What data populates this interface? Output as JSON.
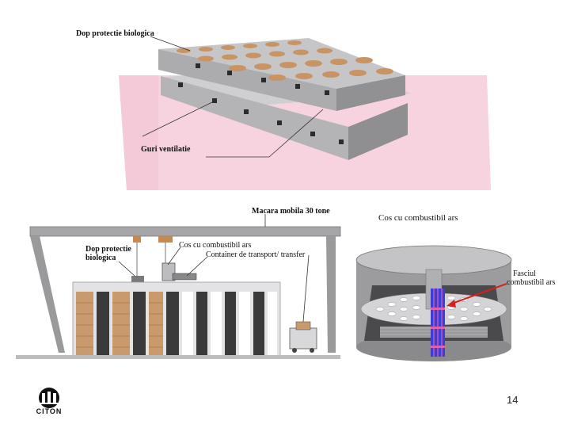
{
  "top_figure": {
    "label_plug": "Dop protectie biologica",
    "label_vents": "Guri ventilatie"
  },
  "bottom_left_figure": {
    "label_crane": "Macara mobila 30 tone",
    "label_plug": "Dop protectie",
    "label_plug_2": "biologica",
    "label_basket": "Cos cu combustibil ars",
    "label_container": "Container de transport/ transfer"
  },
  "bottom_right_figure": {
    "label_basket": "Cos cu combustibil ars",
    "label_bundle_1": "Fasciul",
    "label_bundle_2": "combustibil ars"
  },
  "footer": {
    "logo_text": "CITON",
    "page_number": "14"
  },
  "colors": {
    "floor_pink": "#f6cfdc",
    "concrete": "#b9b9bb",
    "concrete_dark": "#8e8e90",
    "plug_brown": "#c99464",
    "arrow_red": "#d6201c",
    "fuel_blue": "#3b3fd6",
    "fuel_pink": "#e060b0"
  }
}
